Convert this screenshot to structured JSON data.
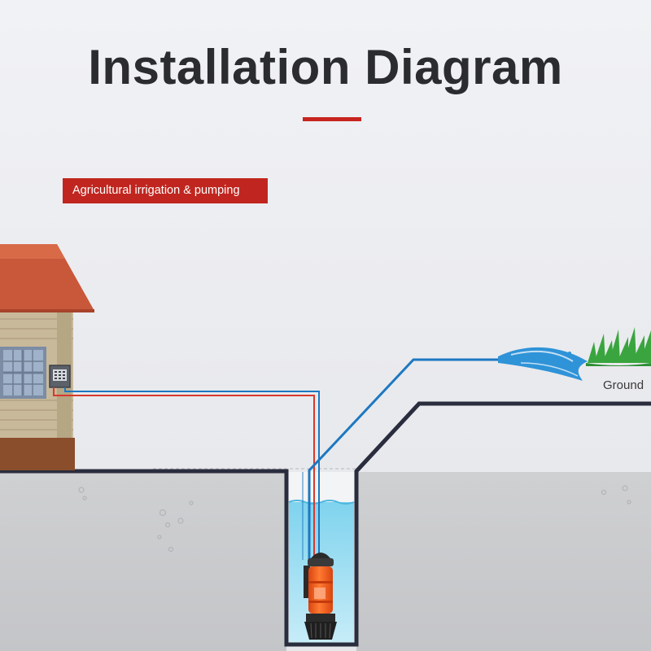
{
  "title": "Installation Diagram",
  "badge": "Agricultural irrigation & pumping",
  "ground_label": "Ground",
  "colors": {
    "accent_red": "#c8241f",
    "pipe_blue": "#1d78c1",
    "wire_red": "#d63a2c",
    "ground_gray": "#c9cacc",
    "outline_dark": "#2a2d3d",
    "water": "#5cc4e6",
    "pump_orange": "#f05a1e",
    "roof": "#c9573a"
  },
  "icons": [
    "house-icon",
    "control-box-icon",
    "pump-icon",
    "grass-icon",
    "water-spray-icon"
  ]
}
